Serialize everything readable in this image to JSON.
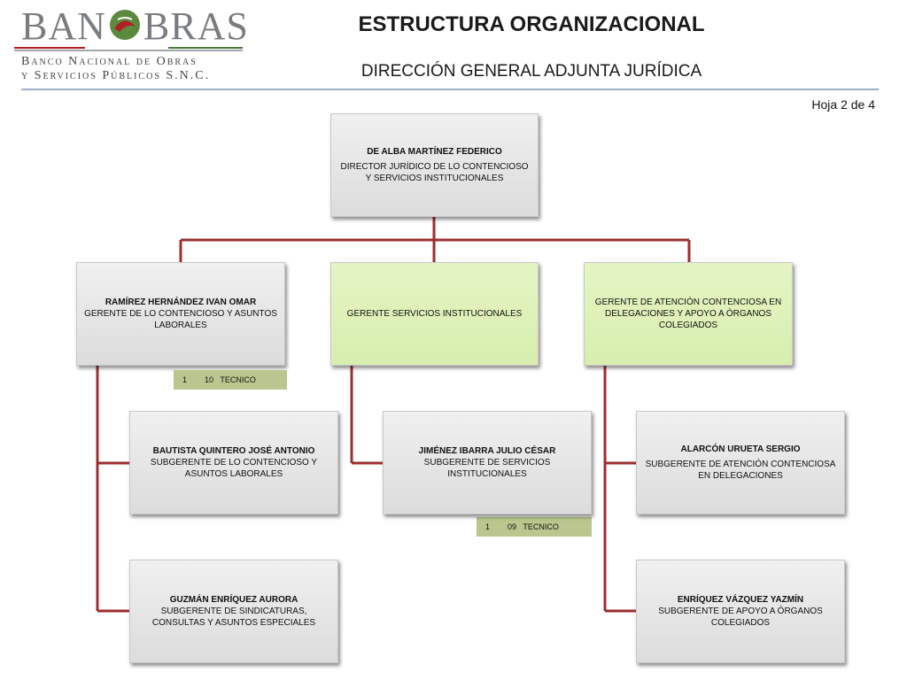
{
  "header": {
    "logo_word_left": "BAN",
    "logo_word_right": "BRAS",
    "logo_sub1": "Banco Nacional de Obras",
    "logo_sub2": "y Servicios Públicos S.N.C.",
    "title": "ESTRUCTURA ORGANIZACIONAL",
    "subtitle": "DIRECCIÓN GENERAL ADJUNTA JURÍDICA",
    "sheet": "Hoja 2 de 4"
  },
  "colors": {
    "connector": "#9b2f2f",
    "box_gray": "#e2e2e2",
    "box_green": "#ddf2b8",
    "tag_green": "#b9c78e"
  },
  "org": {
    "director": {
      "name": "DE ALBA MARTÍNEZ FEDERICO",
      "role": "DIRECTOR JURÍDICO DE LO CONTENCIOSO Y SERVICIOS INSTITUCIONALES"
    },
    "manager_left": {
      "name": "RAMÍREZ HERNÁNDEZ IVAN OMAR",
      "role": "GERENTE DE LO CONTENCIOSO  Y ASUNTOS LABORALES"
    },
    "manager_center": {
      "role": "GERENTE SERVICIOS INSTITUCIONALES"
    },
    "manager_right": {
      "role": "GERENTE DE ATENCIÓN CONTENCIOSA EN DELEGACIONES Y APOYO A ÓRGANOS COLEGIADOS"
    },
    "tag_left": "1        10   TECNICO",
    "tag_center": "1        09   TECNICO",
    "sub_left_1": {
      "name": "BAUTISTA QUINTERO JOSÉ ANTONIO",
      "role": "SUBGERENTE DE LO CONTENCIOSO Y ASUNTOS LABORALES"
    },
    "sub_left_2": {
      "name": "GUZMÁN ENRÍQUEZ AURORA",
      "role": "SUBGERENTE DE SINDICATURAS, CONSULTAS Y ASUNTOS ESPECIALES"
    },
    "sub_center_1": {
      "name": "JIMÉNEZ IBARRA JULIO CÉSAR",
      "role": "SUBGERENTE DE SERVICIOS INSTITUCIONALES"
    },
    "sub_right_1": {
      "name": "ALARCÓN URUETA SERGIO",
      "role": "SUBGERENTE DE ATENCIÓN CONTENCIOSA EN DELEGACIONES"
    },
    "sub_right_2": {
      "name": "ENRÍQUEZ VÁZQUEZ YAZMÍN",
      "role": "SUBGERENTE DE APOYO A ÓRGANOS COLEGIADOS"
    }
  }
}
